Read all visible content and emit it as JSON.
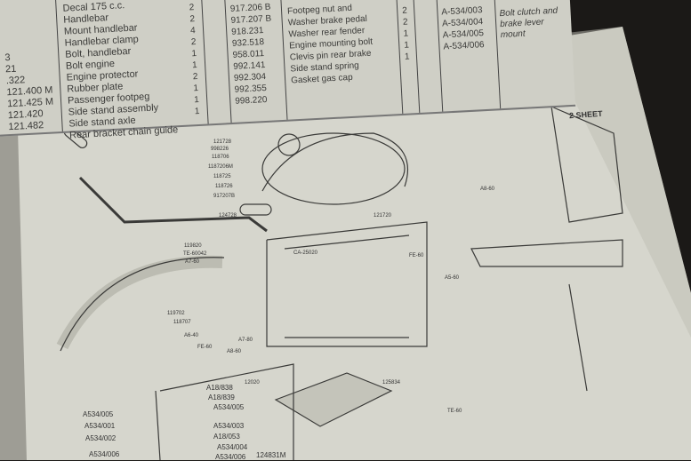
{
  "parts_table": {
    "left_numbers": [
      "3",
      "21",
      ".322",
      "121.400 M",
      "121.425 M",
      "121.420",
      "121.482"
    ],
    "descriptions": [
      "Decal 175 c.c.",
      "Handlebar",
      "Mount handlebar",
      "Handlebar clamp",
      "Bolt, handlebar",
      "Bolt engine",
      "Engine protector",
      "Rubber plate",
      "Passenger footpeg",
      "Side stand assembly",
      "Side stand axle",
      "Rear bracket chain guide"
    ],
    "quantities": [
      "2",
      "2",
      "4",
      "2",
      "1",
      "1",
      "2",
      "1",
      "1",
      "1"
    ],
    "part_numbers": [
      "917.206 B",
      "917.207 B",
      "918.231",
      "932.518",
      "958.011",
      "992.141",
      "992.304",
      "992.355",
      "998.220"
    ],
    "descriptions_2": [
      "Footpeg nut and",
      "Washer brake pedal",
      "Washer rear fender",
      "Engine mounting bolt",
      "Clevis pin rear brake",
      "Side stand spring",
      "Gasket gas cap"
    ],
    "quantities_2": [
      "2",
      "2",
      "1",
      "1",
      "1"
    ],
    "part_numbers_2": [
      "A-534/003",
      "A-534/004",
      "A-534/005",
      "A-534/006"
    ],
    "notes": [
      "Bolt clutch and brake lever",
      "mount"
    ]
  },
  "sheet_label": "2 SHEET",
  "diagram_labels": [
    "121728",
    "998226",
    "118706",
    "1187206M",
    "118725",
    "118726",
    "917207B",
    "124728",
    "119820",
    "TE-60042",
    "A7-60",
    "FE-60",
    "A6-40",
    "A8-60",
    "CA-25020",
    "A7-80",
    "12020",
    "125834",
    "119702",
    "118707",
    "TE-60",
    "121720",
    "FE-60",
    "A5-60",
    "A8-60"
  ],
  "inset_labels": [
    "A534/005",
    "A534/001",
    "A534/002",
    "A534/006",
    "A18/838",
    "A18/839",
    "A534/005",
    "A534/003",
    "A18/053",
    "A534/004",
    "A534/006",
    "124831M"
  ]
}
